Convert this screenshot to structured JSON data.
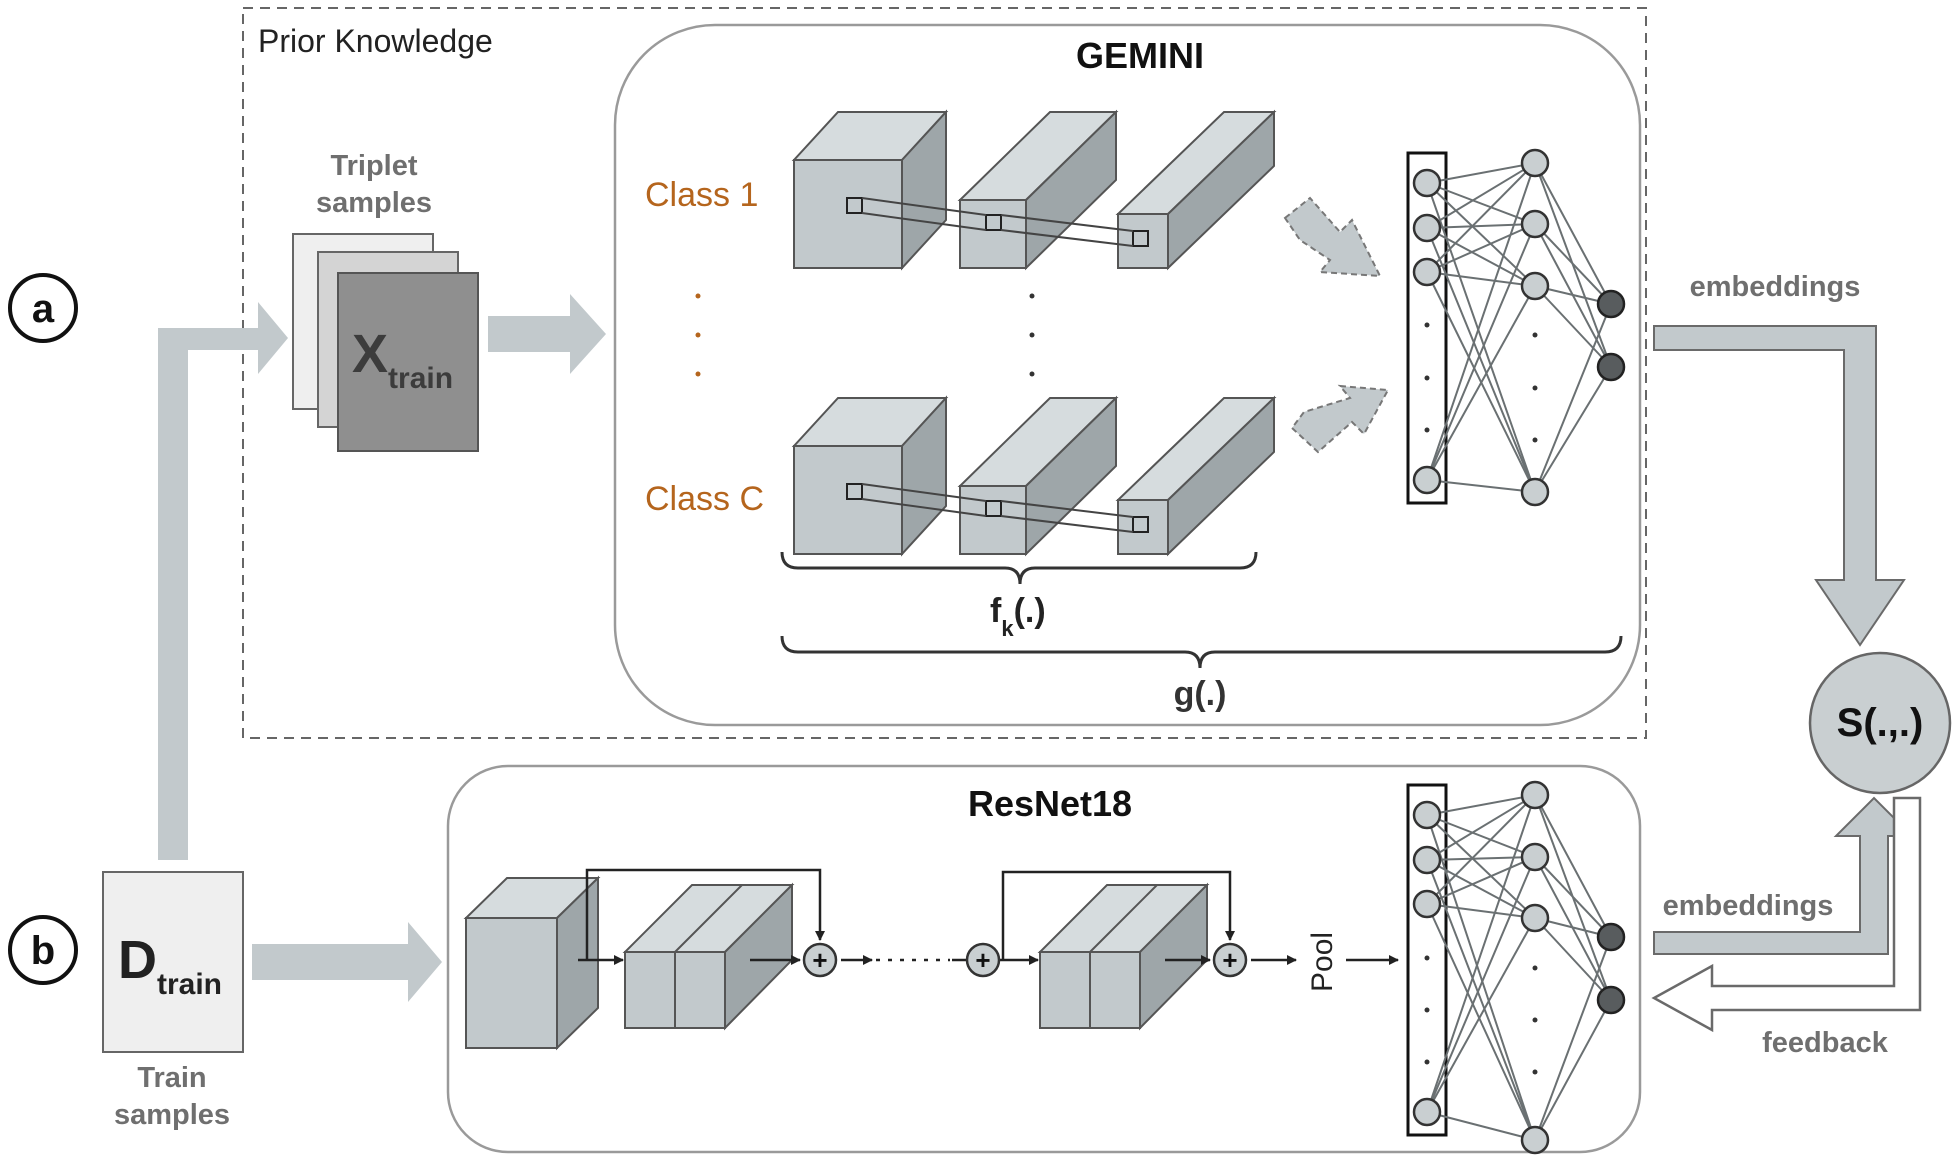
{
  "panel_a": {
    "marker": "a",
    "region_title": "Prior Knowledge"
  },
  "panel_b": {
    "marker": "b"
  },
  "triplet": {
    "caption_line1": "Triplet",
    "caption_line2": "samples",
    "x_main": "X",
    "x_sub": "train"
  },
  "gemini": {
    "title": "GEMINI",
    "class_first": "Class 1",
    "class_last": "Class C",
    "fk_main": "f",
    "fk_sub": "k",
    "fk_args": "(.)",
    "g_label": "g(.)"
  },
  "train": {
    "d_main": "D",
    "d_sub": "train",
    "caption_line1": "Train",
    "caption_line2": "samples"
  },
  "resnet": {
    "title": "ResNet18",
    "pool_label": "Pool",
    "plus_symbol": "+"
  },
  "outputs": {
    "embeddings_top": "embeddings",
    "embeddings_bottom": "embeddings",
    "feedback": "feedback",
    "similarity": "S(.,.)"
  },
  "colors": {
    "arrow_fill": "#c2c9cc",
    "cube_front": "#c2c9cc",
    "cube_top": "#d6dcde",
    "cube_side": "#9ea6a9",
    "node_light": "#c9cfd1",
    "node_dark": "#585c5e",
    "class_label": "#b5651d"
  }
}
